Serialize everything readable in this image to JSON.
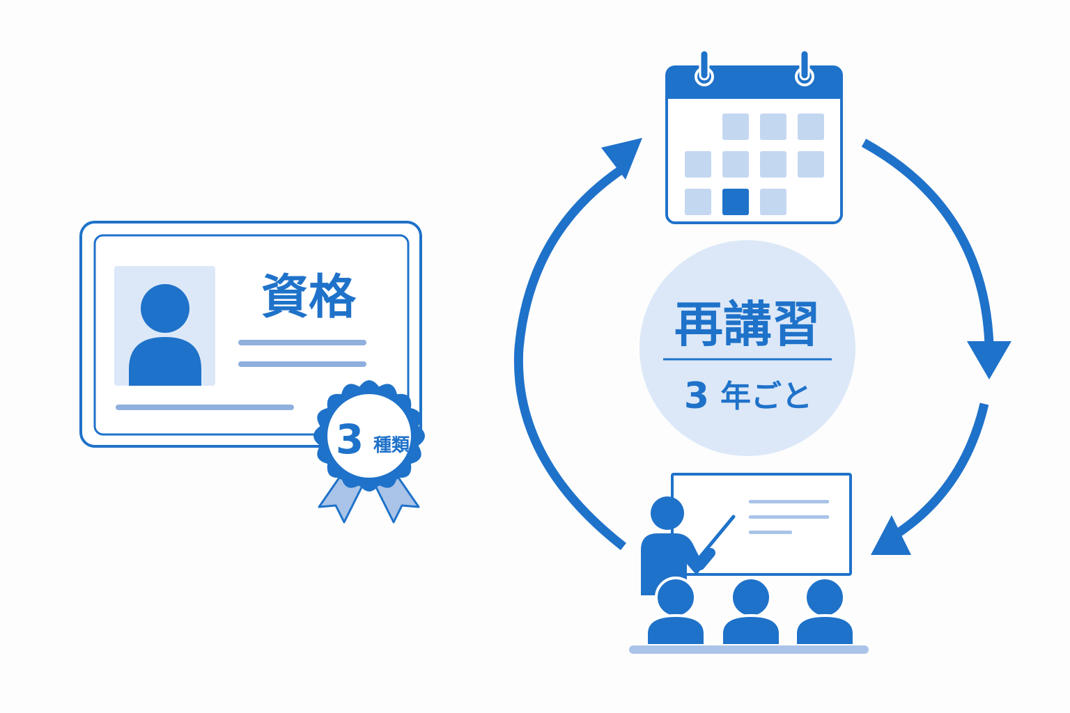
{
  "colors": {
    "primary": "#1f72c9",
    "light_fill": "#dce8f8",
    "light_accent": "#a9c4e8",
    "calendar_cell": "#c4d7f1",
    "background": "#fdfdfd",
    "stroke": "#1f72c9"
  },
  "license_card": {
    "title": "資格",
    "photo_icon": "person-silhouette-icon",
    "badge": {
      "number": "3",
      "unit": "種類",
      "icon": "rosette-ribbon-icon"
    }
  },
  "cycle": {
    "center": {
      "title": "再講習",
      "subtitle_number": "3",
      "subtitle_text": "年ごと"
    },
    "calendar": {
      "icon": "calendar-icon",
      "highlighted_cell": "row-3-col-2"
    },
    "lecture": {
      "icon": "lecture-presenter-icon"
    },
    "arrows": [
      "arrow-calendar-to-lecture",
      "arrow-down-to-lecture",
      "arrow-lecture-to-calendar"
    ]
  }
}
